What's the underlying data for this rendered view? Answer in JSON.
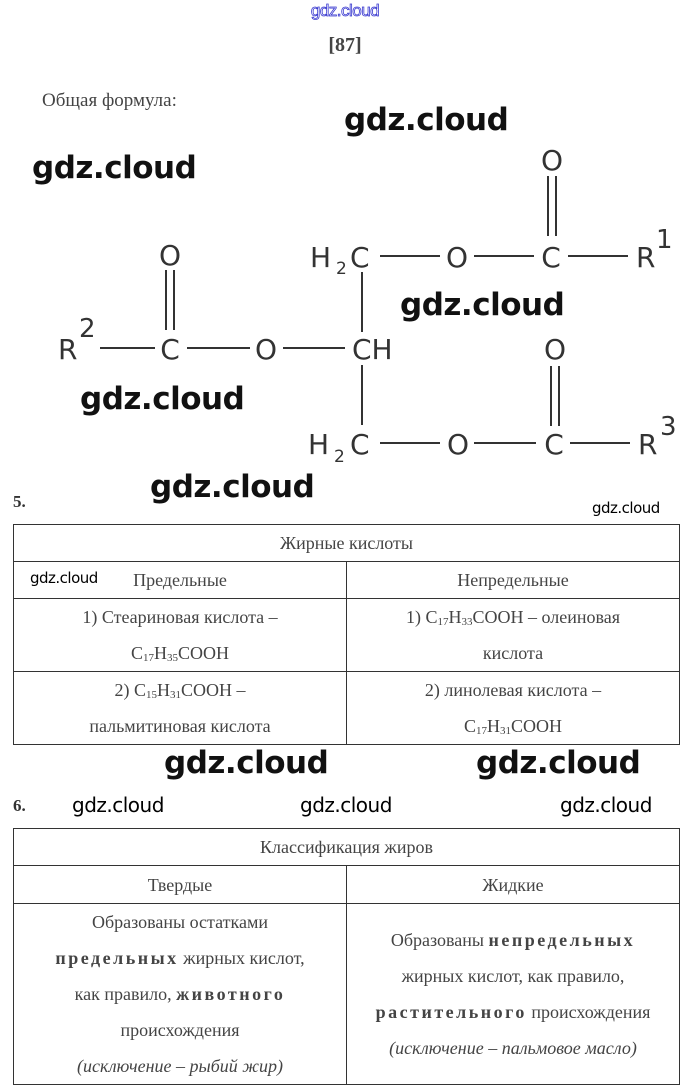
{
  "header": {
    "site_mark": "gdz.cloud",
    "page_number": "[87]"
  },
  "formula": {
    "label": "Общая формула:",
    "top": {
      "o_double": "O",
      "ch2": "H",
      "ch2_sub": "2",
      "ch2_c": "C",
      "o": "O",
      "c": "C",
      "r": "R",
      "r_sup": "1"
    },
    "middle": {
      "o_double": "O",
      "r": "R",
      "r_sup": "2",
      "c": "C",
      "o": "O",
      "ch": "CH"
    },
    "bottom": {
      "o_double": "O",
      "ch2": "H",
      "ch2_sub": "2",
      "ch2_c": "C",
      "o": "O",
      "c": "C",
      "r": "R",
      "r_sup": "3"
    }
  },
  "section5": {
    "number": "5.",
    "table": {
      "title": "Жирные кислоты",
      "headers": [
        "Предельные",
        "Непредельные"
      ],
      "rows": [
        [
          {
            "l1": "1)  Стеариновая кислота –",
            "c": "C",
            "s1": "17",
            "h": "H",
            "s2": "35",
            "rest": "COOH"
          },
          {
            "c": "1) C",
            "s1": "17",
            "h": "H",
            "s2": "33",
            "rest": "COOH – олеиновая",
            "l2": "кислота"
          }
        ],
        [
          {
            "c": "2)  C",
            "s1": "15",
            "h": "H",
            "s2": "31",
            "rest": "COOH –",
            "l2": "пальмитиновая кислота"
          },
          {
            "l1": "2) линолевая кислота –",
            "c": "C",
            "s1": "17",
            "h": "H",
            "s2": "31",
            "rest": "COOH"
          }
        ]
      ]
    }
  },
  "section6": {
    "number": "6.",
    "table": {
      "title": "Классификация жиров",
      "headers": [
        "Твердые",
        "Жидкие"
      ],
      "solid": {
        "t1": "Образованы остатками",
        "b1": "предельных",
        "t2": " жирных кислот,",
        "t3": "как правило, ",
        "b2": "животного",
        "t4": "происхождения",
        "note": "(исключение – рыбий жир)"
      },
      "liquid": {
        "t1": "Образованы ",
        "b1": "непредельных",
        "t2": "жирных кислот, как правило,",
        "b2": "растительного",
        "t3": " происхождения",
        "note": "(исключение – пальмовое масло)"
      }
    }
  },
  "watermarks": [
    "gdz.cloud",
    "gdz.cloud",
    "gdz.cloud",
    "gdz.cloud",
    "gdz.cloud",
    "gdz.cloud",
    "gdz.cloud",
    "gdz.cloud",
    "gdz.cloud",
    "gdz.cloud",
    "gdz.cloud"
  ]
}
